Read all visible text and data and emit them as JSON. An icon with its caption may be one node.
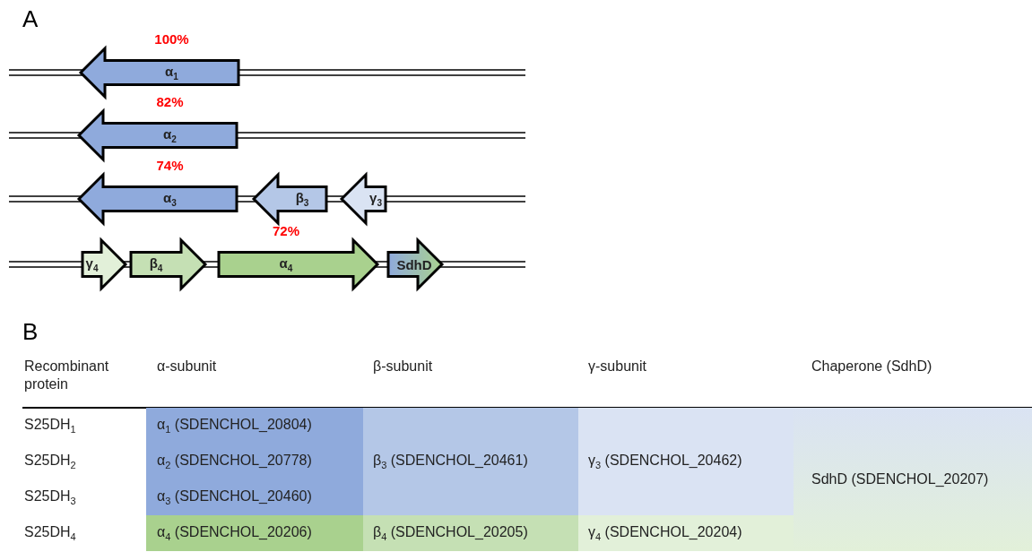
{
  "diagram": {
    "nodes": [
      {
        "text": [
          "α$_{1}$"
        ],
        "beside": [
          "100%"
        ]
      },
      {
        "text": [
          "α$_{2}$"
        ],
        "beside": [
          "82%"
        ]
      },
      {
        "text": [
          "α$_{3}$"
        ],
        "beside": [
          "74%"
        ]
      },
      {
        "text": [
          "β$_{3}$"
        ]
      },
      {
        "text": [
          "γ$_{3}$"
        ]
      },
      {
        "text": [
          "γ$_{4}$"
        ]
      },
      {
        "text": [
          "β$_{4}$"
        ]
      },
      {
        "text": [
          "α$_{4}$"
        ],
        "beside": [
          "72%"
        ]
      },
      {
        "text": [
          "SdhD"
        ]
      }
    ],
    "edges": [],
    "labels": [
      "A",
      "B",
      "Recombinant protein",
      "α-subunit",
      "β-subunit",
      "γ-subunit",
      "Chaperone (SdhD)",
      "S25DH$_{1}$",
      "α$_{1}$ (SDENCHOL_20804)",
      "β$_{3}$ (SDENCHOL_20461)",
      "γ$_{3}$  (SDENCHOL_20462)",
      "SdhD  (SDENCHOL_20207)",
      "S25DH$_{2}$",
      "α$_{2}$ (SDENCHOL_20778)",
      "S25DH$_{3}$",
      "α$_{3}$ (SDENCHOL_20460)",
      "S25DH$_{4}$",
      "α$_{4}$ (SDENCHOL_20206)",
      "β$_{4}$  (SDENCHOL_20205)",
      "γ$_{4}$  (SDENCHOL_20204)"
    ]
  }
}
